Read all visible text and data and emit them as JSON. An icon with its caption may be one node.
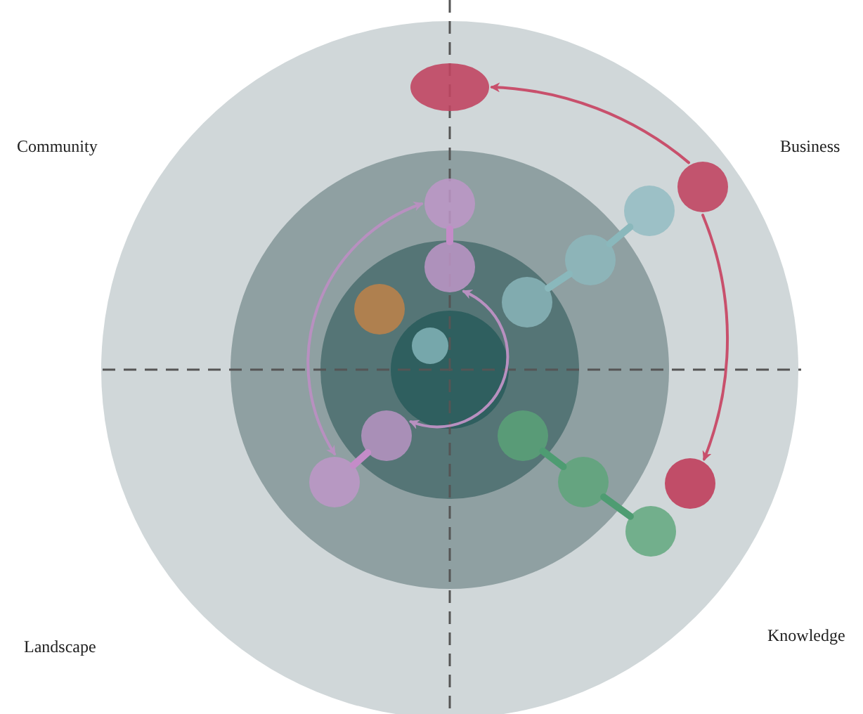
{
  "diagram": {
    "nodes": [
      {
        "text": [],
        "shape": "ellipse"
      },
      {
        "text": [],
        "shape": "circle"
      },
      {
        "text": [],
        "shape": "circle"
      },
      {
        "text": [],
        "shape": "circle"
      },
      {
        "text": [],
        "shape": "circle"
      },
      {
        "text": [],
        "shape": "circle"
      },
      {
        "text": [],
        "shape": "circle"
      },
      {
        "text": [],
        "shape": "circle"
      },
      {
        "text": [],
        "shape": "circle"
      },
      {
        "text": [],
        "shape": "circle"
      },
      {
        "text": [],
        "shape": "circle"
      },
      {
        "text": [],
        "shape": "circle"
      },
      {
        "text": [],
        "shape": "circle"
      },
      {
        "text": [],
        "shape": "circle"
      },
      {
        "text": [],
        "shape": "circle"
      }
    ],
    "edges": [
      {
        "from": 1,
        "to": 0,
        "arrow": "to",
        "color": "#c8506c"
      },
      {
        "from": 1,
        "to": 11,
        "arrow": "to",
        "color": "#c8506c"
      },
      {
        "from": 2,
        "to": 13,
        "arrow": "both",
        "color": "#b890c0"
      },
      {
        "from": 5,
        "to": 9,
        "arrow": "both",
        "color": "#b890c0"
      },
      {
        "from": 2,
        "to": 5,
        "arrow": "none",
        "color": "#c48cc8"
      },
      {
        "from": 9,
        "to": 13,
        "arrow": "none",
        "color": "#c48cc8"
      },
      {
        "from": 6,
        "to": 4,
        "arrow": "none",
        "color": "#8ab8bc"
      },
      {
        "from": 4,
        "to": 3,
        "arrow": "none",
        "color": "#8ab8bc"
      },
      {
        "from": 10,
        "to": 12,
        "arrow": "none",
        "color": "#4e9c72"
      },
      {
        "from": 12,
        "to": 14,
        "arrow": "none",
        "color": "#4e9c72"
      }
    ],
    "labels": [
      "Community",
      "Business",
      "Landscape",
      "Knowledge"
    ]
  }
}
